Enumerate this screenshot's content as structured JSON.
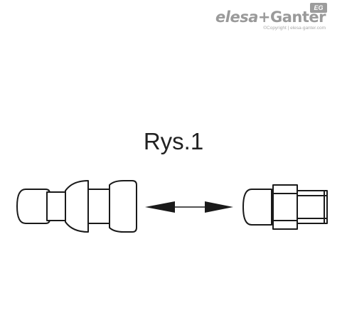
{
  "brand": {
    "badge": "EG",
    "name_part1": "elesa",
    "name_plus": "+",
    "name_part2": "Ganter",
    "copyright": "©Copyright | elesa-ganter.com"
  },
  "figure": {
    "label": "Rys.1",
    "colors": {
      "stroke": "#1a1a1a",
      "fill": "#ffffff",
      "brand_gray": "#9a9a9a"
    }
  }
}
